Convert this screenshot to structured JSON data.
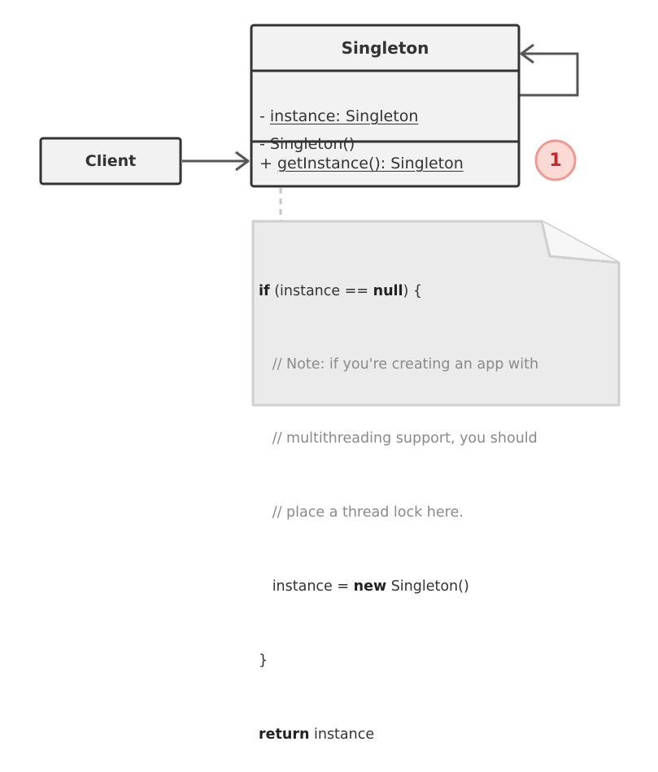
{
  "diagram": {
    "singleton_class": {
      "name": "Singleton",
      "fields": [
        {
          "prefix": "- ",
          "text": "instance: Singleton"
        }
      ],
      "constructors": [
        {
          "text": "- Singleton()"
        }
      ],
      "methods": [
        {
          "prefix": "+ ",
          "text": "getInstance(): Singleton"
        }
      ]
    },
    "client": {
      "name": "Client"
    },
    "badge": {
      "number": "1",
      "color": "#c0282d",
      "fill": "#fbd9d5",
      "stroke": "#ee9a93"
    },
    "note": {
      "line1_kw": "if",
      "line1_a": " (instance == ",
      "line1_kw2": "null",
      "line1_b": ") {",
      "line2": "   // Note: if you're creating an app with",
      "line3": "   // multithreading support, you should",
      "line4": "   // place a thread lock here.",
      "line5_a": "   instance = ",
      "line5_kw": "new",
      "line5_b": " Singleton()",
      "line6": "}",
      "line7_kw": "return",
      "line7_a": " instance"
    },
    "colors": {
      "box_fill": "#f2f2f2",
      "box_stroke": "#333333",
      "note_fill": "#ebebeb",
      "note_stroke": "#cfcfcf",
      "connector": "#555555"
    }
  }
}
